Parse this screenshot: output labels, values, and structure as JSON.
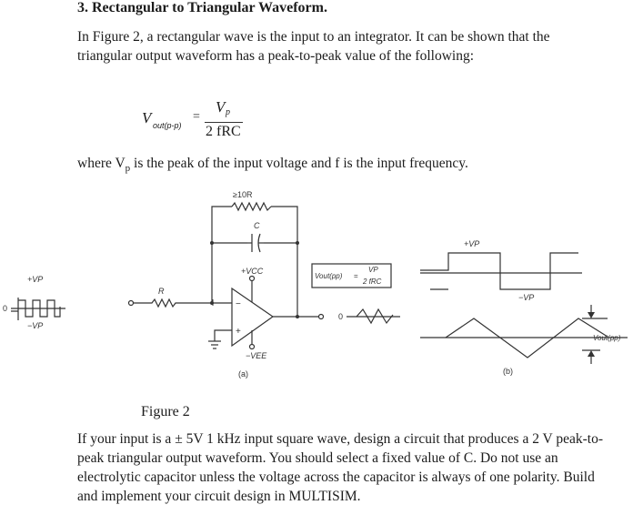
{
  "heading": "3. Rectangular to Triangular Waveform.",
  "intro": {
    "line1": "In Figure 2, a rectangular wave is the input to an integrator. It can be shown that the",
    "line2": "triangular output waveform has a peak-to-peak value of the following:"
  },
  "formula": {
    "lhs_v": "V",
    "lhs_sub": "out(p-p)",
    "equals": "=",
    "numerator_v": "V",
    "numerator_sub": "p",
    "denominator": "2 fRC"
  },
  "where_text": {
    "part1": "where V",
    "sub": "p",
    "part2": " is the peak of the input voltage and f is the input frequency."
  },
  "figure": {
    "r10": "≥10R",
    "cap_label": "C",
    "vcc": "+VCC",
    "vee": "−VEE",
    "resistor": "R",
    "in_pos": "+VP",
    "in_neg": "−VP",
    "zero_left": "0",
    "zero_right": "0",
    "box_lhs": "Vout(pp)",
    "box_eq": "=",
    "box_num": "VP",
    "box_den": "2 fRC",
    "right_pos": "+VP",
    "right_neg": "−VP",
    "vout_label": "Vout(pp)",
    "label_a": "(a)",
    "label_b": "(b)"
  },
  "figure_caption": "Figure 2",
  "task": {
    "line1": "If your input is a ± 5V 1 kHz input square wave, design a circuit that produces a 2 V peak-to-",
    "line2": "peak triangular output waveform. You should select a fixed value of C. Do not use an",
    "line3": "electrolytic capacitor unless the voltage across the capacitor is always of one polarity. Build",
    "line4": "and implement your circuit design in MULTISIM."
  }
}
